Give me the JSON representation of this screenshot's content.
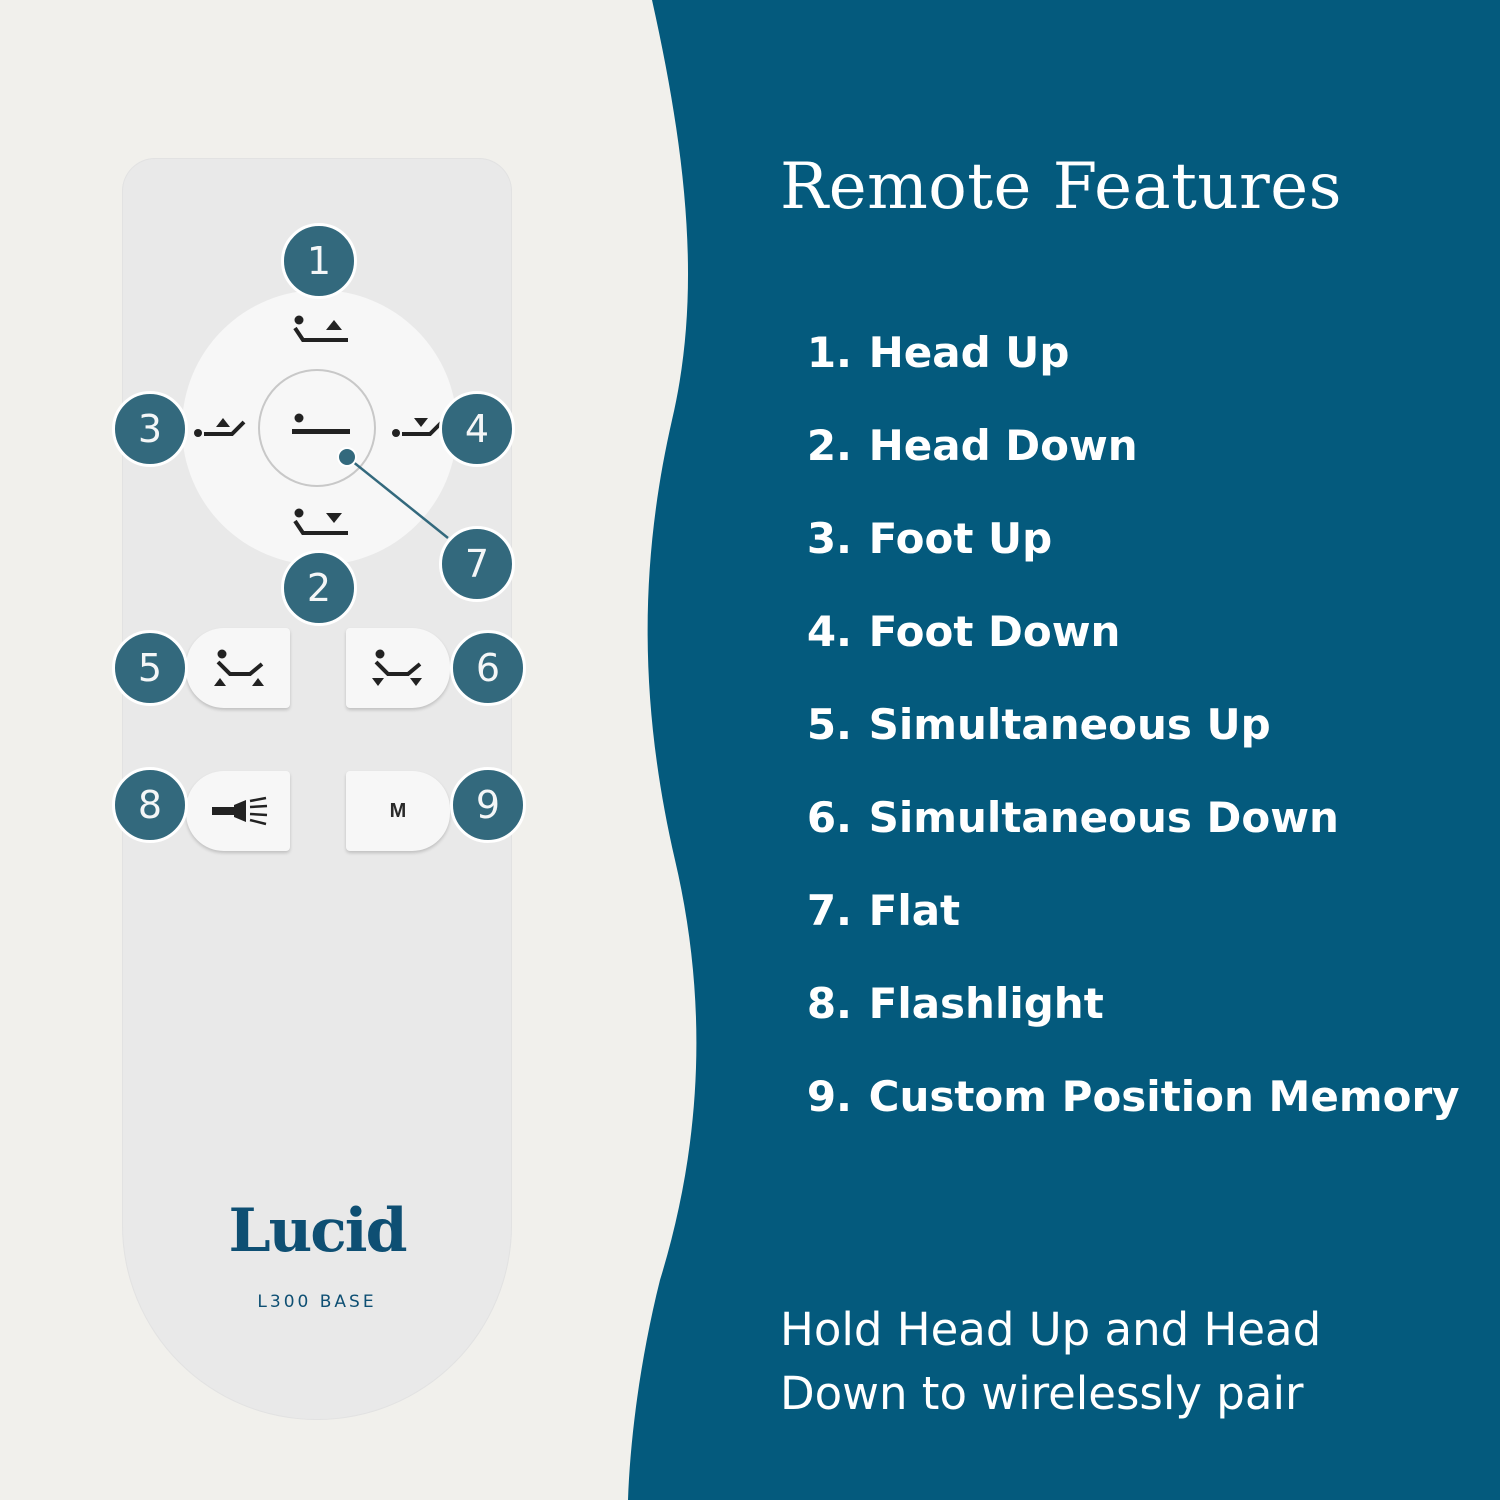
{
  "colors": {
    "background": "#f1f0ec",
    "panel": "#045a7d",
    "badge": "#33697d",
    "brand": "#0e4f73",
    "remote": "#e9e9e9"
  },
  "remote": {
    "brand": "Lucid",
    "model": "L300 BASE",
    "memory_key_label": "M",
    "badges": [
      "1",
      "2",
      "3",
      "4",
      "5",
      "6",
      "7",
      "8",
      "9"
    ],
    "icons": [
      "head-up-icon",
      "head-down-icon",
      "foot-up-icon",
      "foot-down-icon",
      "flat-icon",
      "simultaneous-up-icon",
      "simultaneous-down-icon",
      "flashlight-icon"
    ]
  },
  "panel": {
    "title": "Remote Features",
    "features": [
      {
        "num": "1.",
        "label": "Head Up"
      },
      {
        "num": "2.",
        "label": "Head Down"
      },
      {
        "num": "3.",
        "label": "Foot Up"
      },
      {
        "num": "4.",
        "label": "Foot Down"
      },
      {
        "num": "5.",
        "label": "Simultaneous Up"
      },
      {
        "num": "6.",
        "label": "Simultaneous Down"
      },
      {
        "num": "7.",
        "label": "Flat"
      },
      {
        "num": "8.",
        "label": "Flashlight"
      },
      {
        "num": "9.",
        "label": "Custom Position Memory"
      }
    ],
    "note_line1": "Hold Head Up and Head",
    "note_line2": "Down to wirelessly pair"
  }
}
